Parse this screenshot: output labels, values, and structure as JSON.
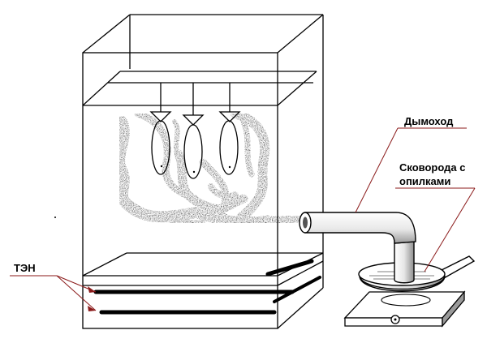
{
  "labels": {
    "chimney": "Дымоход",
    "pan_line1": "Сковорода с",
    "pan_line2": "опилками",
    "heater": "ТЭН"
  },
  "colors": {
    "line": "#000000",
    "leader": "#8b1a1a",
    "smoke": "#555555",
    "background": "#ffffff"
  },
  "icons": [
    "fish-icon",
    "frying-pan-icon",
    "hot-plate-icon",
    "heating-element-icon",
    "chimney-pipe-icon",
    "smoke-icon"
  ]
}
